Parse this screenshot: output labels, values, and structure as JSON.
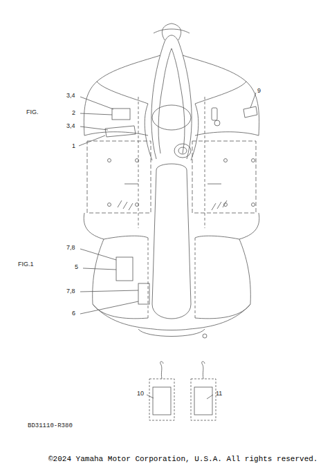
{
  "diagram": {
    "labels": [
      "FIG.",
      "3,4",
      "2",
      "3,4",
      "1",
      "9",
      "7,8",
      "5",
      "FIG.1",
      "7,8",
      "6",
      "10",
      "11",
      "BD31110-R380",
      "©2024 Yamaha Motor Corporation, U.S.A. All rights reserved."
    ]
  }
}
